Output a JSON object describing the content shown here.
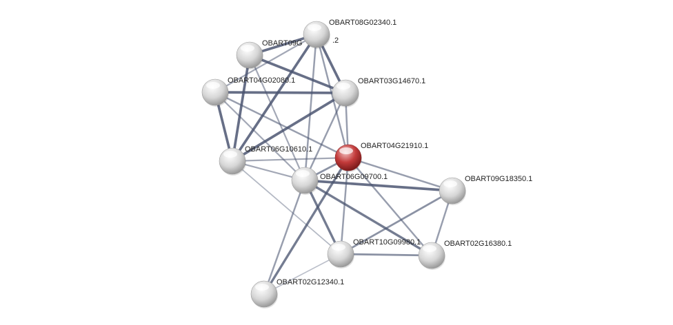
{
  "colors": {
    "edge": "#4a5470",
    "query_node": "#c23a3a",
    "node": "#d8d8d8",
    "label": "#222222"
  },
  "nodes": [
    {
      "id": "n08",
      "label": "OBART08G02340.1",
      "query": false
    },
    {
      "id": "n09",
      "label": "OBART09G",
      "label_suffix": ".2",
      "query": false
    },
    {
      "id": "n0402",
      "label": "OBART04G02080.1",
      "query": false
    },
    {
      "id": "n03",
      "label": "OBART03G14670.1",
      "query": false
    },
    {
      "id": "n0421",
      "label": "OBART04G21910.1",
      "query": true
    },
    {
      "id": "n0610",
      "label": "OBART06G10610.1",
      "query": false
    },
    {
      "id": "n0609",
      "label": "OBART06G09700.1",
      "query": false
    },
    {
      "id": "n0918",
      "label": "OBART09G18350.1",
      "query": false
    },
    {
      "id": "n10",
      "label": "OBART10G09980.1",
      "query": false
    },
    {
      "id": "n0216",
      "label": "OBART02G16380.1",
      "query": false
    },
    {
      "id": "n0212",
      "label": "OBART02G12340.1",
      "query": false
    }
  ],
  "edges": [
    {
      "s": "n08",
      "t": "n09",
      "w": 0.9
    },
    {
      "s": "n08",
      "t": "n03",
      "w": 0.9
    },
    {
      "s": "n08",
      "t": "n0610",
      "w": 0.9
    },
    {
      "s": "n09",
      "t": "n03",
      "w": 0.9
    },
    {
      "s": "n09",
      "t": "n0610",
      "w": 0.9
    },
    {
      "s": "n0402",
      "t": "n03",
      "w": 0.9
    },
    {
      "s": "n0402",
      "t": "n0610",
      "w": 0.9
    },
    {
      "s": "n03",
      "t": "n0610",
      "w": 0.9
    },
    {
      "s": "n0609",
      "t": "n0918",
      "w": 0.9
    },
    {
      "s": "n0609",
      "t": "n10",
      "w": 0.8
    },
    {
      "s": "n0609",
      "t": "n0216",
      "w": 0.8
    },
    {
      "s": "n0421",
      "t": "n0212",
      "w": 0.8
    },
    {
      "s": "n0421",
      "t": "n0609",
      "w": 0.6
    },
    {
      "s": "n08",
      "t": "n0421",
      "w": 0.5
    },
    {
      "s": "n08",
      "t": "n0609",
      "w": 0.5
    },
    {
      "s": "n09",
      "t": "n0609",
      "w": 0.4
    },
    {
      "s": "n0402",
      "t": "n0421",
      "w": 0.5
    },
    {
      "s": "n0402",
      "t": "n0609",
      "w": 0.4
    },
    {
      "s": "n03",
      "t": "n0609",
      "w": 0.5
    },
    {
      "s": "n03",
      "t": "n0421",
      "w": 0.5
    },
    {
      "s": "n0610",
      "t": "n0421",
      "w": 0.4
    },
    {
      "s": "n0610",
      "t": "n0609",
      "w": 0.4
    },
    {
      "s": "n0610",
      "t": "n10",
      "w": 0.25
    },
    {
      "s": "n0421",
      "t": "n10",
      "w": 0.5
    },
    {
      "s": "n0421",
      "t": "n0216",
      "w": 0.5
    },
    {
      "s": "n0421",
      "t": "n0918",
      "w": 0.5
    },
    {
      "s": "n0918",
      "t": "n10",
      "w": 0.6
    },
    {
      "s": "n0918",
      "t": "n0216",
      "w": 0.5
    },
    {
      "s": "n10",
      "t": "n0216",
      "w": 0.6
    },
    {
      "s": "n10",
      "t": "n0212",
      "w": 0.2
    },
    {
      "s": "n0609",
      "t": "n0212",
      "w": 0.5
    },
    {
      "s": "n08",
      "t": "n0402",
      "w": 0.4
    }
  ]
}
